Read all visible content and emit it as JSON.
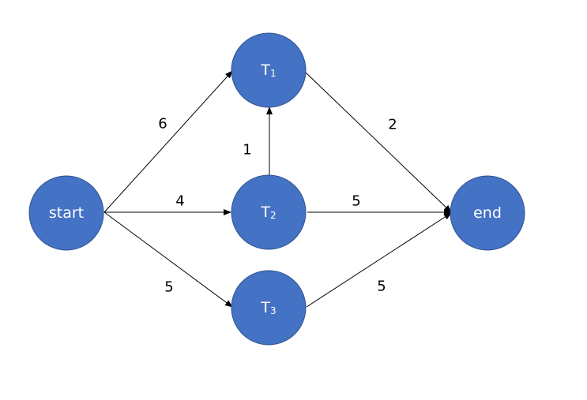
{
  "colors": {
    "node_fill": "#4472C4",
    "node_border": "#2F528F",
    "edge": "#000000",
    "label_text": "#ffffff",
    "weight_text": "#000000"
  },
  "nodes": {
    "start": {
      "label": "start",
      "sub": ""
    },
    "t1": {
      "label": "T",
      "sub": "1"
    },
    "t2": {
      "label": "T",
      "sub": "2"
    },
    "t3": {
      "label": "T",
      "sub": "3"
    },
    "end": {
      "label": "end",
      "sub": ""
    }
  },
  "edges": [
    {
      "from": "start",
      "to": "T1",
      "weight": "6"
    },
    {
      "from": "start",
      "to": "T2",
      "weight": "4"
    },
    {
      "from": "start",
      "to": "T3",
      "weight": "5"
    },
    {
      "from": "T2",
      "to": "T1",
      "weight": "1"
    },
    {
      "from": "T1",
      "to": "end",
      "weight": "2"
    },
    {
      "from": "T2",
      "to": "end",
      "weight": "5"
    },
    {
      "from": "T3",
      "to": "end",
      "weight": "5"
    }
  ]
}
